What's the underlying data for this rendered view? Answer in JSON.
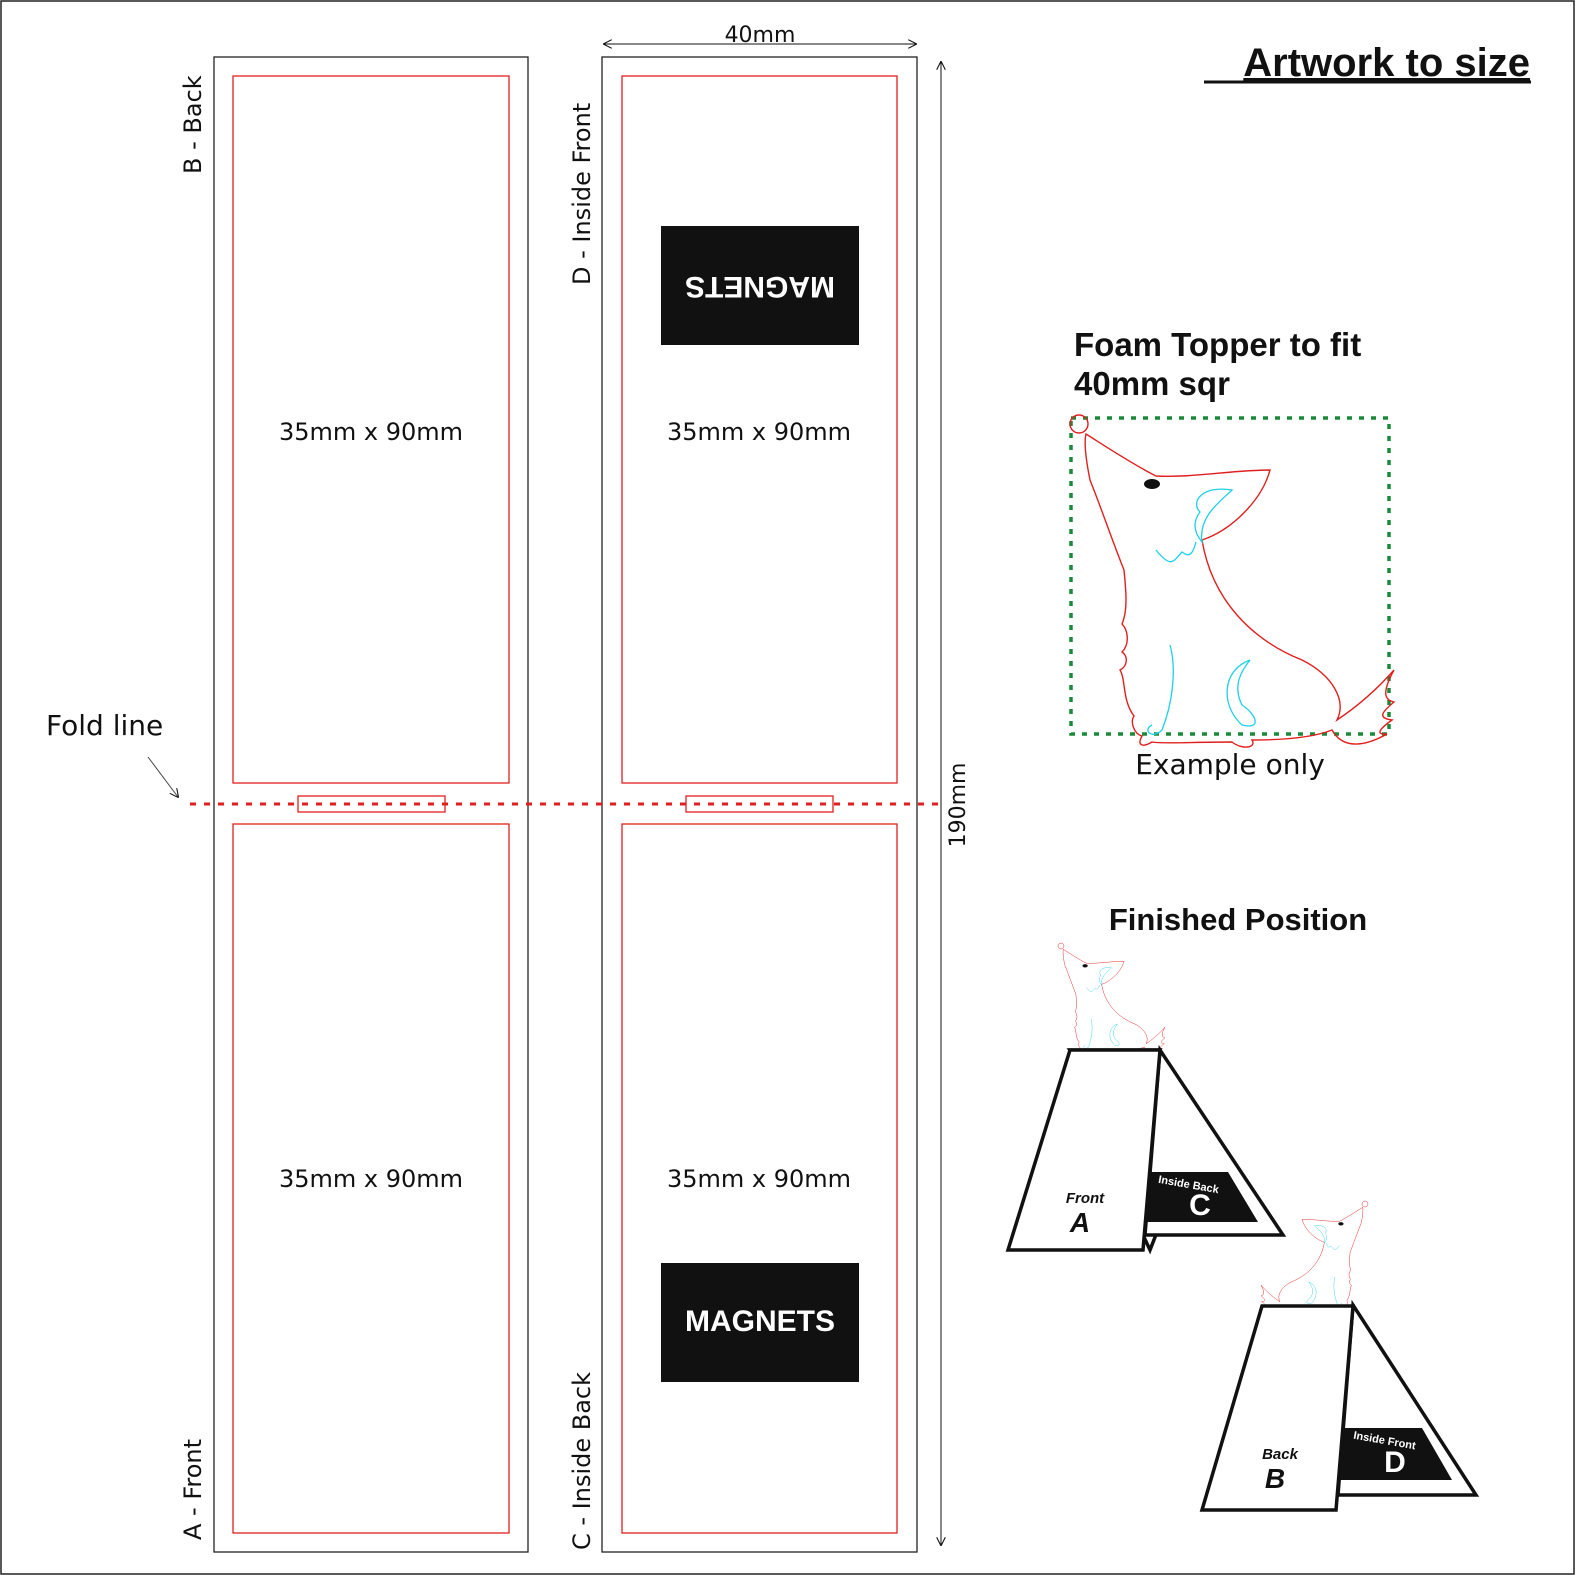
{
  "title": "Artwork to size",
  "panels": {
    "top_left": {
      "size": "35mm x 90mm"
    },
    "bottom_left": {
      "size": "35mm x 90mm"
    },
    "top_right": {
      "size": "35mm x 90mm",
      "magnet_label": "MAGNETS"
    },
    "bottom_right": {
      "size": "35mm x 90mm",
      "magnet_label": "MAGNETS"
    }
  },
  "side_labels": {
    "b": "B - Back",
    "a": "A - Front",
    "d": "D - Inside  Front",
    "c": "C - Inside  Back"
  },
  "dimensions": {
    "width": "40mm",
    "height": "190mm"
  },
  "fold_line_label": "Fold line",
  "topper": {
    "heading_line1": "Foam Topper to fit",
    "heading_line2": "40mm sqr",
    "caption": "Example only"
  },
  "finished": {
    "heading": "Finished Position",
    "tent1": {
      "front_word": "Front",
      "front_letter": "A",
      "inside_word": "Inside Back",
      "inside_letter": "C"
    },
    "tent2": {
      "front_word": "Back",
      "front_letter": "B",
      "inside_word": "Inside Front",
      "inside_letter": "D"
    }
  },
  "colors": {
    "bleed_line": "#e0201e",
    "fold_line": "#e0201e",
    "topper_border": "#1a8a3a",
    "dog_outline": "#e0201e",
    "dog_detail": "#1fd0e8",
    "magnet_fill": "#111111"
  }
}
